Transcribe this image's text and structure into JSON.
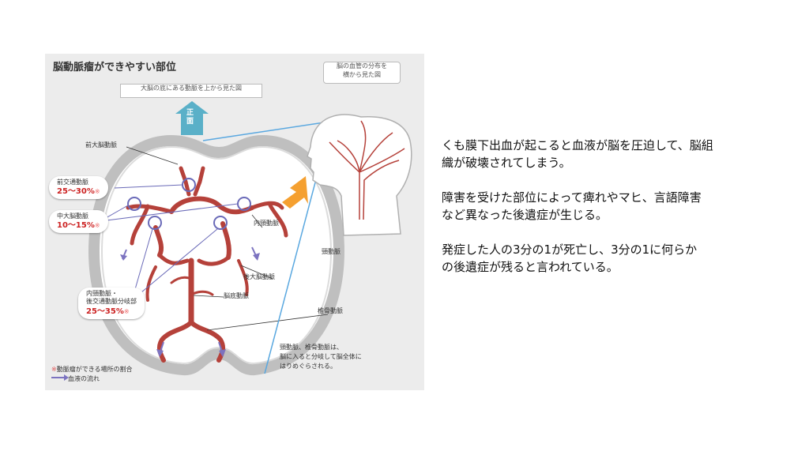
{
  "figure": {
    "title": "脳動脈瘤ができやすい部位",
    "top_view_caption": "大脳の底にある動脈を上から見た図",
    "side_view_caption_line1": "脳の血管の分布を",
    "side_view_caption_line2": "横から見た図",
    "front_label": "正面",
    "labels": {
      "anterior_cerebral": "前大脳動脈",
      "internal_carotid": "内頸動脈",
      "posterior_cerebral": "後大脳動脈",
      "basilar": "脳底動脈",
      "carotid": "頸動脈",
      "vertebral": "椎骨動脈"
    },
    "callouts": [
      {
        "name": "前交通動脈",
        "pct": "25〜30%",
        "mark": "※"
      },
      {
        "name": "中大脳動脈",
        "pct": "10〜15%",
        "mark": "※"
      },
      {
        "name_line1": "内頸動脈・",
        "name_line2": "後交通動脈分岐部",
        "pct": "25〜35%",
        "mark": "※"
      }
    ],
    "note_line1": "頸動脈、椎骨動脈は、",
    "note_line2": "脳に入ると分岐して脳全体に",
    "note_line3": "はりめぐらされる。",
    "legend": {
      "mark": "※",
      "ratio": "動脈瘤ができる場所の割合",
      "flow": "血液の流れ"
    },
    "colors": {
      "artery": "#b5413a",
      "ring": "#6a6ab8",
      "arrow_blue": "#5ab0c8",
      "arrow_orange": "#f5a030",
      "flow_arrow": "#7c73c0",
      "sight_line": "#5aa8e0"
    }
  },
  "text": {
    "paragraph1_line1": "くも膜下出血が起こると血液が脳を圧迫して、脳組",
    "paragraph1_line2": "織が破壊されてしまう。",
    "paragraph2_line1": "障害を受けた部位によって痺れやマヒ、言語障害",
    "paragraph2_line2": "など異なった後遺症が生じる。",
    "paragraph3_line1": "発症した人の3分の1が死亡し、3分の1に何らか",
    "paragraph3_line2": "の後遺症が残ると言われている。"
  }
}
